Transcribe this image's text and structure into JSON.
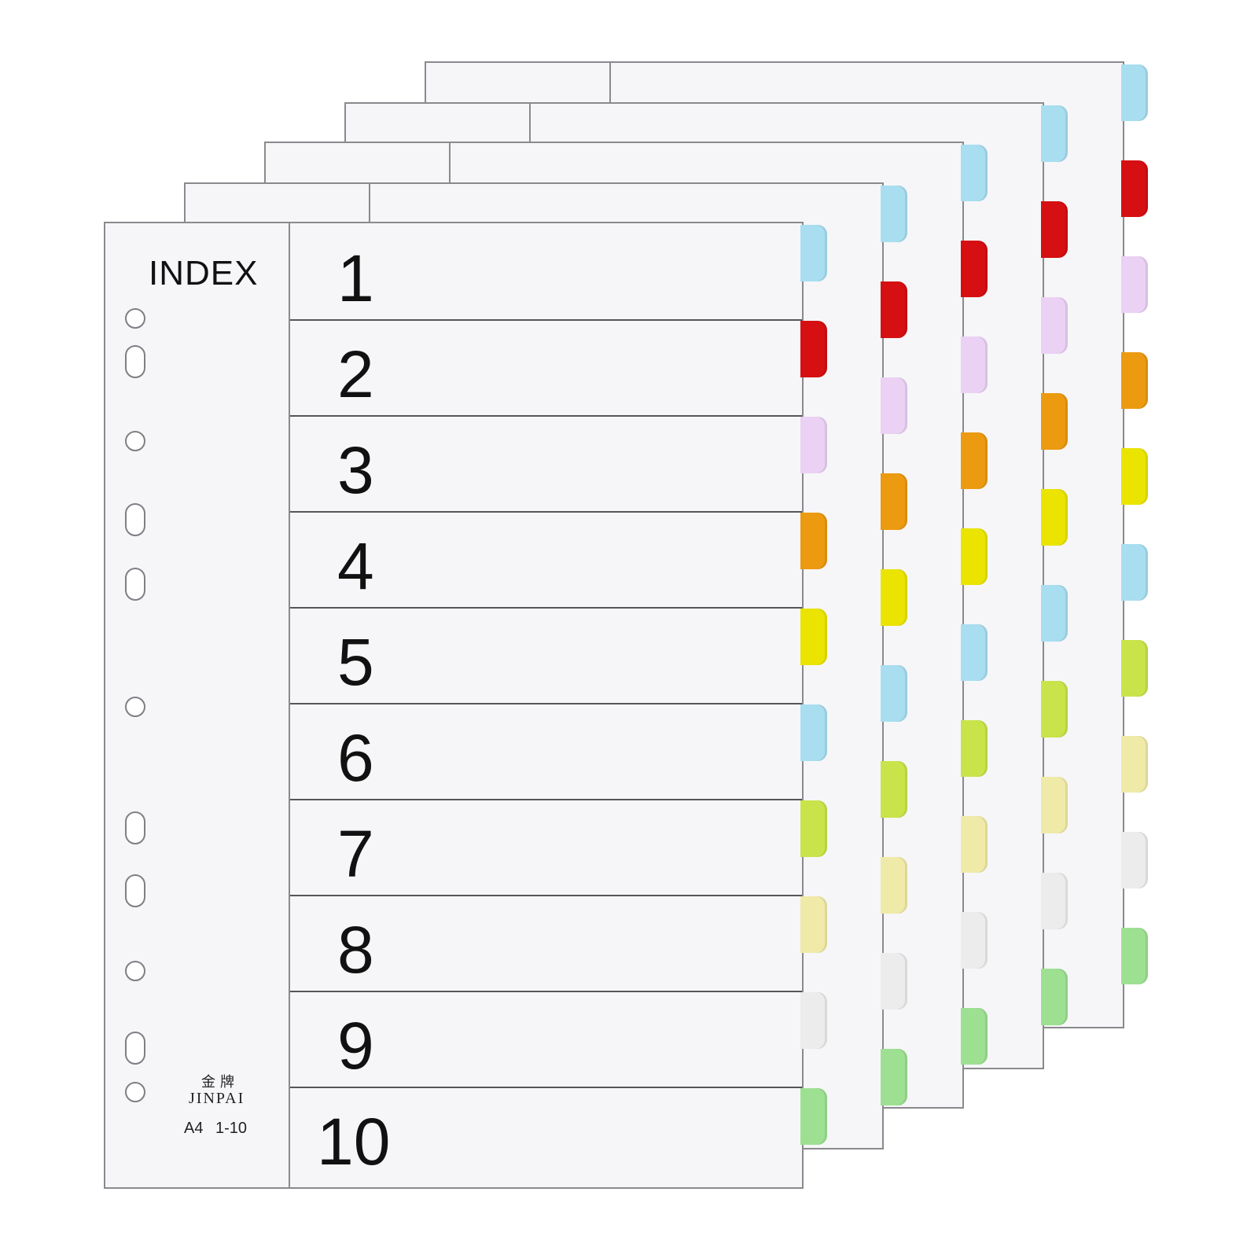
{
  "product": {
    "index_label": "INDEX",
    "brand_chinese": "金牌",
    "brand_name": "JINPAI",
    "spec": "A4 1-10"
  },
  "tab_numbers": [
    "1",
    "2",
    "3",
    "4",
    "5",
    "6",
    "7",
    "8",
    "9",
    "10"
  ],
  "tab_colors": [
    "#a8def0",
    "#d50f12",
    "#ebd1f3",
    "#ec9a10",
    "#eae400",
    "#a8def0",
    "#c8e44a",
    "#f0eaa8",
    "#ececec",
    "#9ee092"
  ],
  "sheet_count": 5,
  "colors": {
    "page": "#f6f6f8",
    "border": "#8a8a8e",
    "text": "#111111"
  }
}
